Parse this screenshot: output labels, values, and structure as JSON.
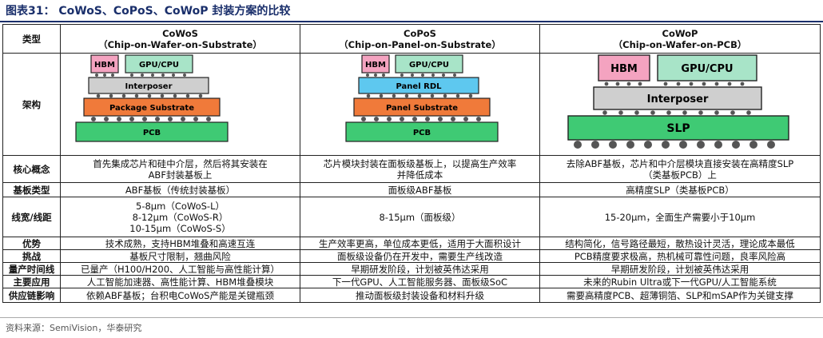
{
  "title": "图表31： CoWoS、CoPoS、CoWoP 封装方案的比较",
  "row_labels": {
    "type": "类型",
    "arch": "架构",
    "concept": "核心概念",
    "substrate": "基板类型",
    "linewidth": "线宽/线距",
    "advantage": "优势",
    "challenge": "挑战",
    "timeline": "量产时间线",
    "application": "主要应用",
    "supply": "供应链影响"
  },
  "columns": [
    {
      "name": "CoWoS",
      "full": "（Chip-on-Wafer-on-Substrate）",
      "diagram": {
        "hbm": "HBM",
        "gpu": "GPU/CPU",
        "mid": "Interposer",
        "sub": "Package Substrate",
        "base": "PCB"
      },
      "concept": [
        "首先集成芯片和硅中介层，然后将其安装在",
        "ABF封装基板上"
      ],
      "substrate": "ABF基板（传统封装基板）",
      "linewidth": [
        "5-8μm（CoWoS-L）",
        "8-12μm（CoWoS-R）",
        "10-15μm（CoWoS-S）"
      ],
      "advantage": "技术成熟，支持HBM堆叠和高速互连",
      "challenge": "基板尺寸限制，翘曲风险",
      "timeline": "已量产（H100/H200、人工智能与高性能计算）",
      "application": "人工智能加速器、高性能计算、HBM堆叠模块",
      "supply": "依赖ABF基板；台积电CoWoS产能是关键瓶颈"
    },
    {
      "name": "CoPoS",
      "full": "（Chip-on-Panel-on-Substrate）",
      "diagram": {
        "hbm": "HBM",
        "gpu": "GPU/CPU",
        "mid": "Panel RDL",
        "sub": "Panel Substrate",
        "base": "PCB"
      },
      "concept": [
        "芯片模块封装在面板级基板上，以提高生产效率",
        "并降低成本"
      ],
      "substrate": "面板级ABF基板",
      "linewidth": [
        "8-15μm（面板级）"
      ],
      "advantage": "生产效率更高，单位成本更低，适用于大面积设计",
      "challenge": "面板级设备仍在开发中，需要生产线改造",
      "timeline": "早期研发阶段，计划被英伟达采用",
      "application": "下一代GPU、人工智能服务器、面板级SoC",
      "supply": "推动面板级封装设备和材料升级"
    },
    {
      "name": "CoWoP",
      "full": "（Chip-on-Wafer-on-PCB）",
      "diagram": {
        "hbm": "HBM",
        "gpu": "GPU/CPU",
        "mid": "Interposer",
        "base": "SLP"
      },
      "concept": [
        "去除ABF基板，芯片和中介层模块直接安装在高精度SLP",
        "（类基板PCB）上"
      ],
      "substrate": "高精度SLP（类基板PCB）",
      "linewidth": [
        "15-20μm，全面生产需要小于10μm"
      ],
      "advantage": "结构简化，信号路径最短，散热设计灵活，理论成本最低",
      "challenge": "PCB精度要求极高，热机械可靠性问题，良率风险高",
      "timeline": "早期研发阶段，计划被英伟达采用",
      "application": "未来的Rubin Ultra或下一代GPU/人工智能系统",
      "supply": "需要高精度PCB、超薄铜箔、SLP和mSAP作为关键支撑"
    }
  ],
  "colors": {
    "hbm": "#f4a3c0",
    "gpu": "#a8e4c8",
    "interposer": "#cfcfcf",
    "panel_rdl": "#5ec8ef",
    "substrate": "#f07a3a",
    "pcb": "#3fca74",
    "bump": "#555555",
    "title": "#1a2f6b"
  },
  "source": "资料来源：SemiVision，华泰研究"
}
